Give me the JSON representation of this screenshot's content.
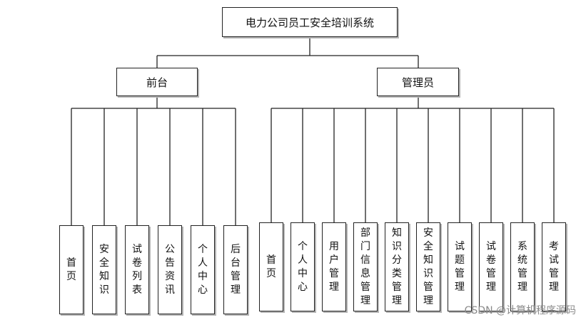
{
  "root": {
    "label": "电力公司员工安全培训系统"
  },
  "front": {
    "label": "前台",
    "items": [
      "首页",
      "安全知识",
      "试卷列表",
      "公告资讯",
      "个人中心",
      "后台管理"
    ]
  },
  "admin": {
    "label": "管理员",
    "items": [
      "首页",
      "个人中心",
      "用户管理",
      "部门信息管理",
      "知识分类管理",
      "安全知识管理",
      "试题管理",
      "试卷管理",
      "系统管理",
      "考试管理"
    ]
  },
  "watermark": "CSDN @计算机程序源码"
}
